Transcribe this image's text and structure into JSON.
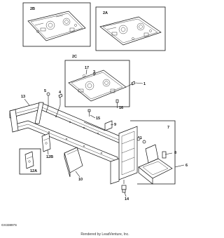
{
  "callouts": {
    "c2B": "2B",
    "c2A": "2A",
    "c2C": "2C",
    "c17": "17",
    "c3": "3",
    "c1": "1",
    "c4": "4",
    "c5": "5",
    "c16": "16",
    "c13": "13",
    "c15": "15",
    "c9": "9",
    "c7": "7",
    "c11": "11",
    "c8": "8",
    "c6": "6",
    "c12B": "12B",
    "c12A": "12A",
    "c10": "10",
    "c14": "14"
  },
  "footer": {
    "reference_code": "GX33897S",
    "credit": "Rendered by LeadVenture, Inc."
  }
}
